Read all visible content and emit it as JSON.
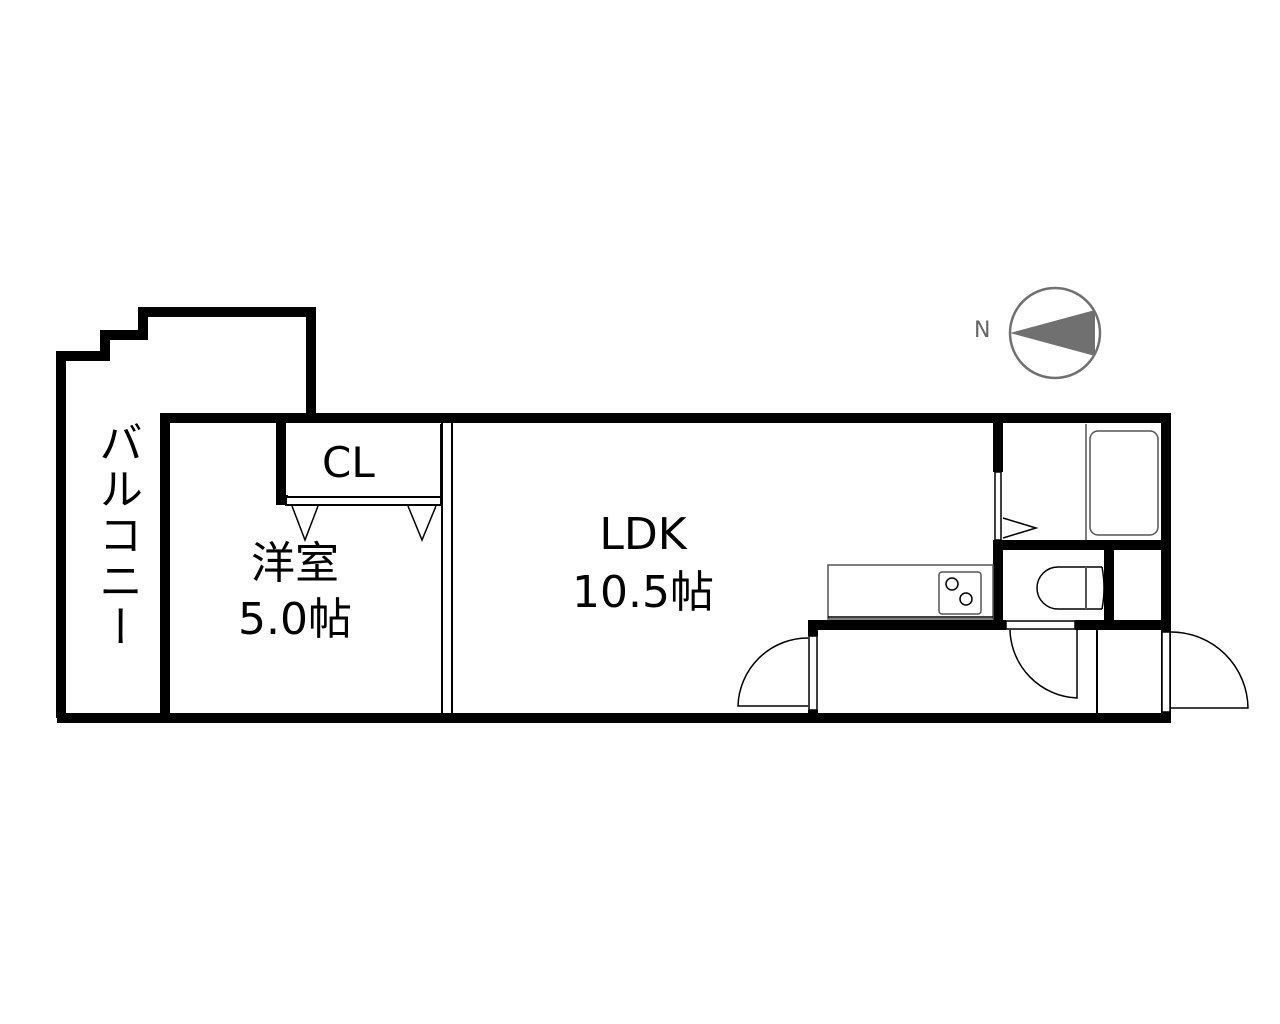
{
  "floorplan": {
    "rooms": {
      "balcony": {
        "label": "バルコニー"
      },
      "closet": {
        "label": "CL"
      },
      "western_room": {
        "name": "洋室",
        "size": "5.0帖"
      },
      "ldk": {
        "name": "LDK",
        "size": "10.5帖"
      },
      "bathroom": {
        "label": ""
      },
      "toilet": {
        "label": ""
      },
      "entrance": {
        "label": ""
      }
    },
    "compass": {
      "label": "N",
      "direction": "left"
    },
    "colors": {
      "wall": "#000000",
      "fixture": "#555555",
      "compass": "#707070",
      "background": "#ffffff"
    }
  }
}
